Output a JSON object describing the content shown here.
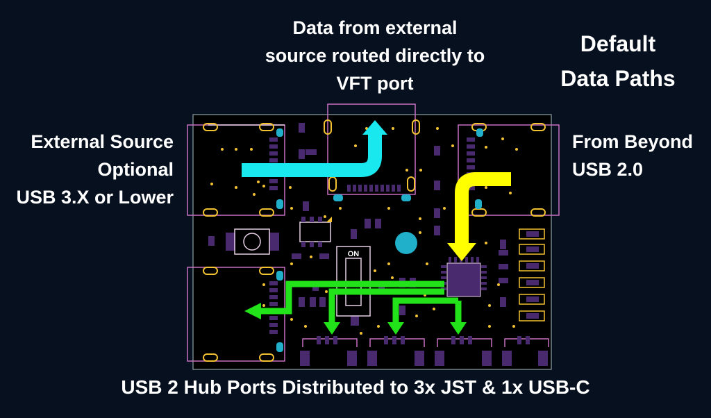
{
  "labels": {
    "title_lines": [
      "Default",
      "Data Paths"
    ],
    "top_lines": [
      "Data from external",
      "source routed directly to",
      "VFT port"
    ],
    "left_lines": [
      "External Source",
      "Optional",
      "USB 3.X or Lower"
    ],
    "right_lines": [
      "From Beyond",
      "USB 2.0"
    ],
    "bottom": "USB 2 Hub Ports Distributed to 3x JST & 1x USB-C",
    "switch": "ON"
  },
  "colors": {
    "background": "#06101e",
    "board": "#000000",
    "outline": "#c76fc2",
    "pad": "#4a2a6e",
    "via": "#f2c230",
    "cyan_path": "#19e8ef",
    "yellow_path": "#ffff00",
    "green_path": "#22e21a"
  }
}
